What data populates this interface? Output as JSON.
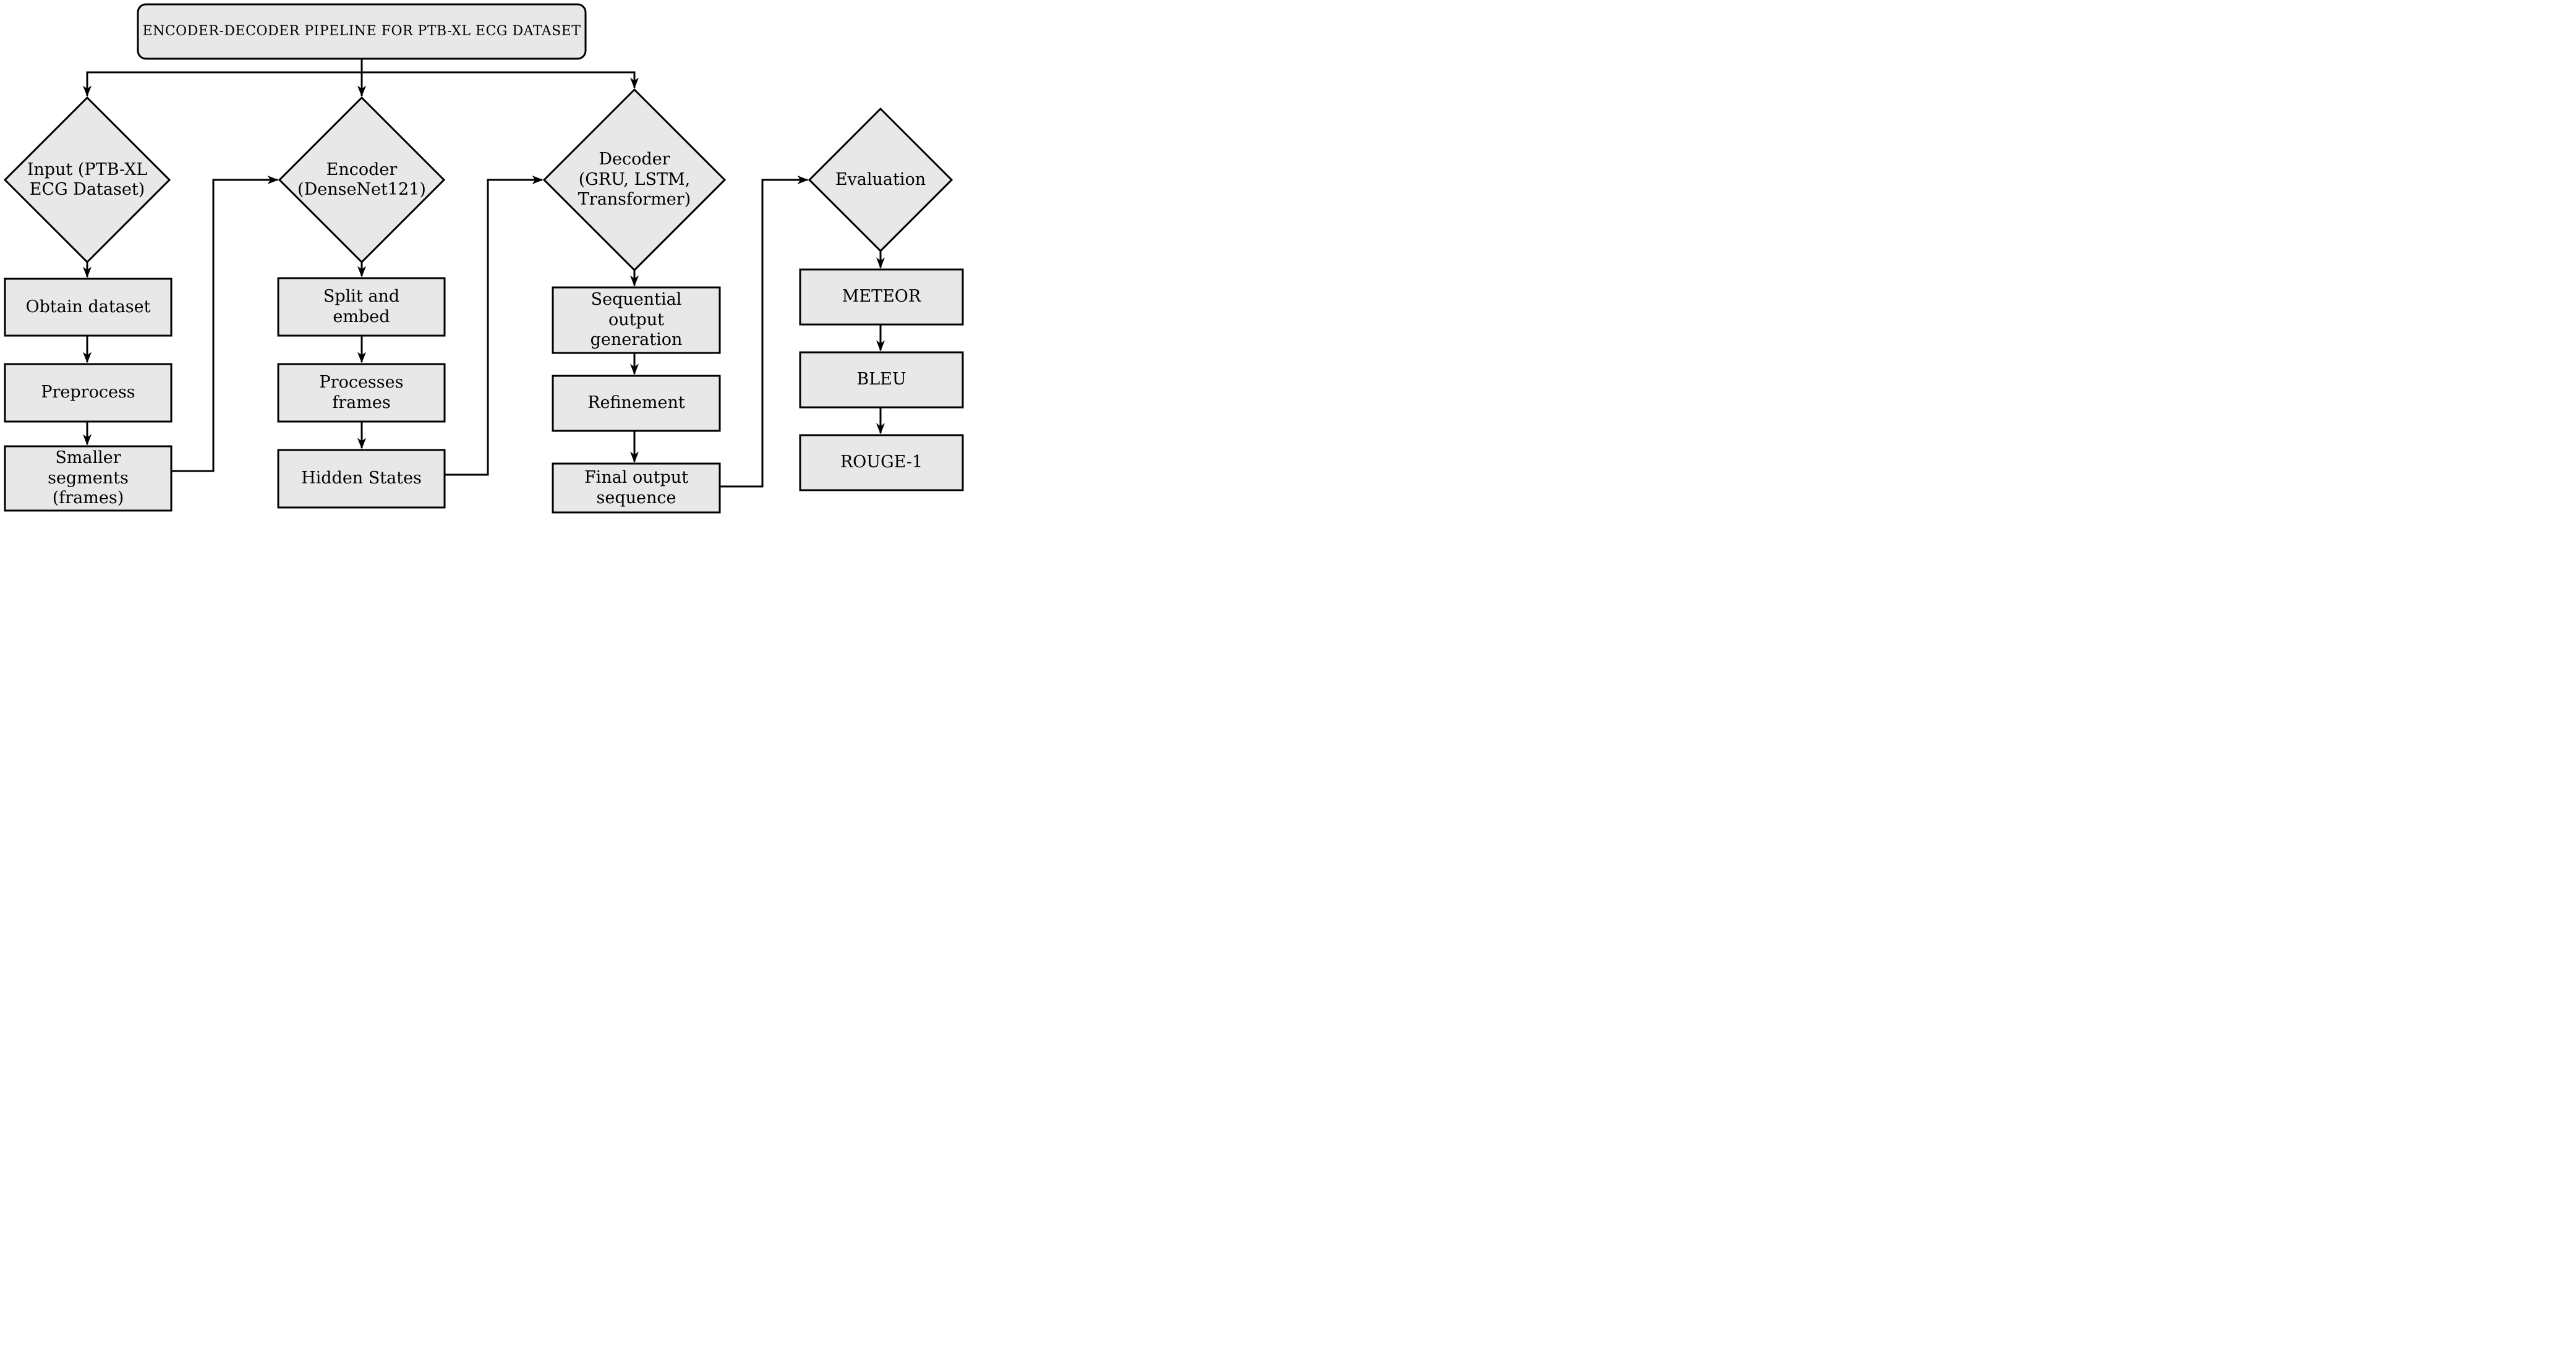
{
  "figure": {
    "title": "ENCODER-DECODER PIPELINE FOR PTB-XL ECG DATASET",
    "columns": [
      {
        "id": "input",
        "diamond": "Input (PTB-XL\nECG Dataset)",
        "boxes": [
          "Obtain dataset",
          "Preprocess",
          "Smaller\nsegments\n(frames)"
        ]
      },
      {
        "id": "encoder",
        "diamond": "Encoder\n(DenseNet121)",
        "boxes": [
          "Split and\nembed",
          "Processes\nframes",
          "Hidden States"
        ]
      },
      {
        "id": "decoder",
        "diamond": "Decoder\n(GRU, LSTM,\nTransformer)",
        "boxes": [
          "Sequential\noutput\ngeneration",
          "Refinement",
          "Final output\nsequence"
        ]
      },
      {
        "id": "evaluation",
        "diamond": "Evaluation",
        "boxes": [
          "METEOR",
          "BLEU",
          "ROUGE-1"
        ]
      }
    ],
    "flow": {
      "title_branches_to": [
        "Input (PTB-XL ECG Dataset)",
        "Encoder (DenseNet121)",
        "Decoder (GRU, LSTM, Transformer)"
      ],
      "column_flow": "diamond -> box1 -> box2 -> box3 (downward arrows)",
      "cross_links": [
        {
          "from": "Smaller segments (frames)",
          "to": "Encoder (DenseNet121)"
        },
        {
          "from": "Hidden States",
          "to": "Decoder (GRU, LSTM, Transformer)"
        },
        {
          "from": "Final output sequence",
          "to": "Evaluation"
        }
      ]
    },
    "colors": {
      "node_fill": "#e8e8e8",
      "node_stroke": "#000000",
      "connector": "#000000",
      "background": "#ffffff"
    }
  }
}
